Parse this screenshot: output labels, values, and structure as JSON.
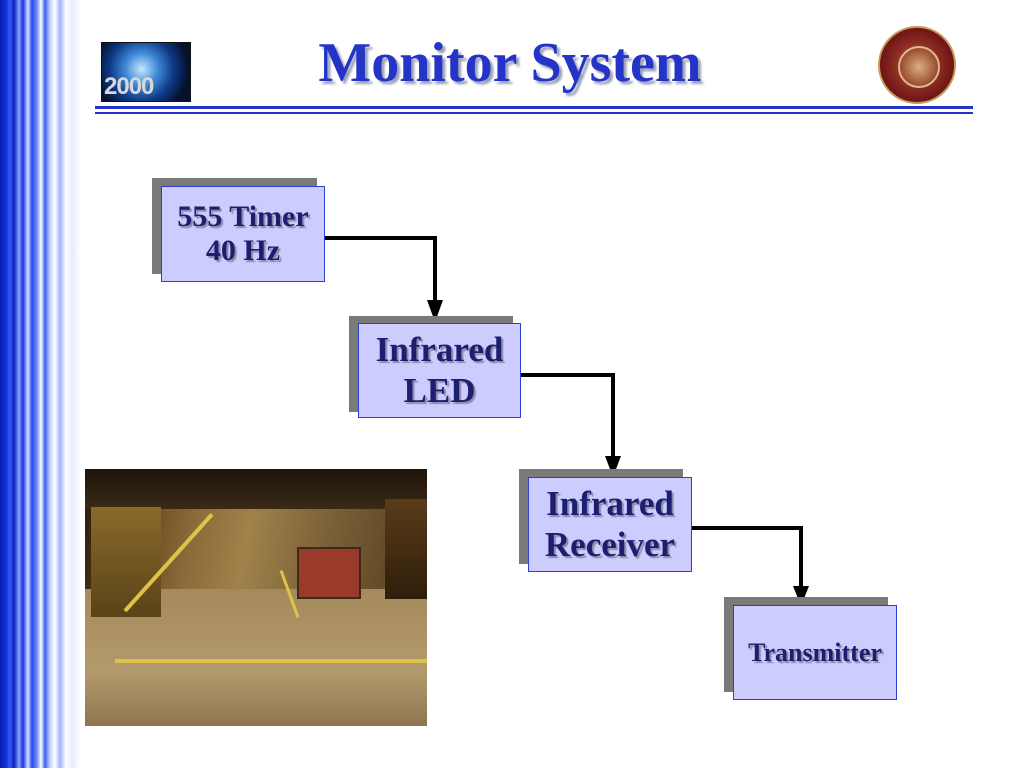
{
  "slide": {
    "title": "Monitor System",
    "logo_year": "2000"
  },
  "diagram": {
    "boxes": [
      {
        "id": "timer",
        "label": "555 Timer\n40 Hz"
      },
      {
        "id": "ir-led",
        "label": "Infrared\nLED"
      },
      {
        "id": "ir-receiver",
        "label": "Infrared\nReceiver"
      },
      {
        "id": "transmitter",
        "label": "Transmitter"
      }
    ],
    "connections": [
      {
        "from": "timer",
        "to": "ir-led"
      },
      {
        "from": "ir-led",
        "to": "ir-receiver"
      },
      {
        "from": "ir-receiver",
        "to": "transmitter"
      }
    ]
  },
  "colors": {
    "title": "#2434c8",
    "box_fill": "#ccccff",
    "box_border": "#2b3fd0",
    "box_text": "#1c1f70",
    "shadow": "#7a7a7a",
    "arrow": "#000000"
  }
}
